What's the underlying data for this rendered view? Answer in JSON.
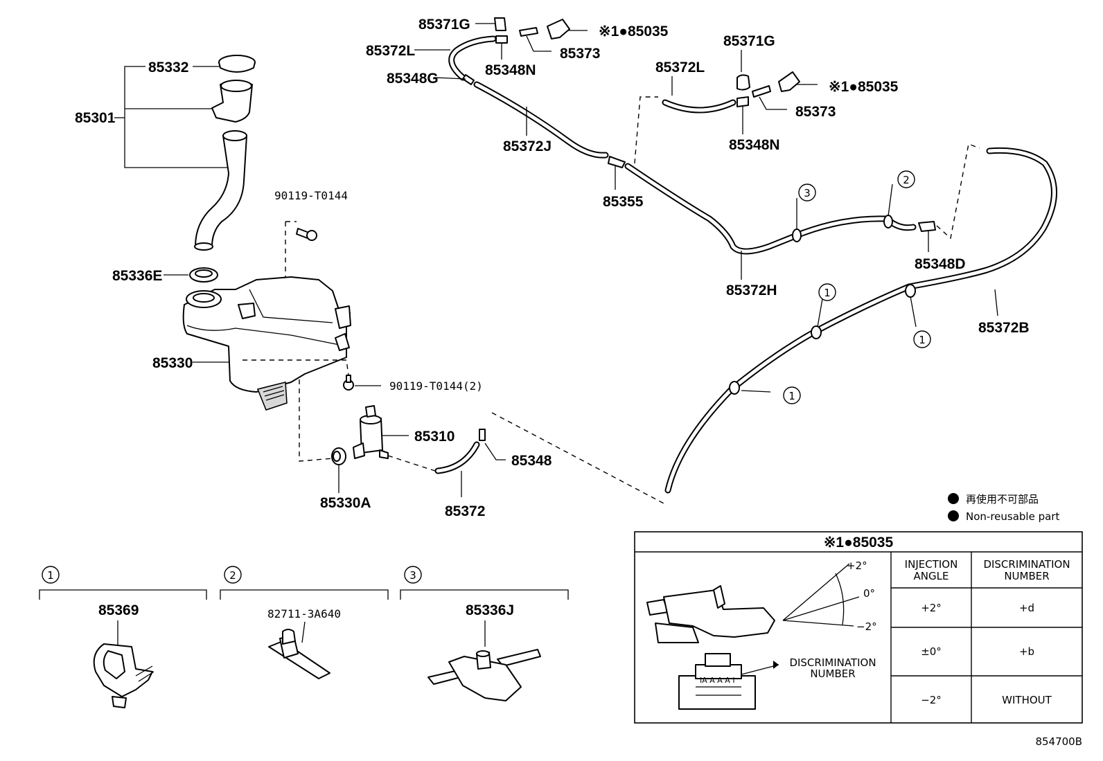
{
  "diagram_code": "854700B",
  "legend": {
    "jp": "再使用不可部品",
    "en": "Non-reusable part"
  },
  "parts": {
    "p85332": "85332",
    "p85301": "85301",
    "p85336E": "85336E",
    "p85330": "85330",
    "p90119a": "90119-T0144",
    "p90119b": "90119-T0144(2)",
    "p85310": "85310",
    "p85330A": "85330A",
    "p85348": "85348",
    "p85372": "85372",
    "p85371G_a": "85371G",
    "p85372L_a": "85372L",
    "p85348G": "85348G",
    "p85348N_a": "85348N",
    "p85373_a": "85373",
    "p85035_a": "※1●85035",
    "p85372J": "85372J",
    "p85355": "85355",
    "p85372L_b": "85372L",
    "p85371G_b": "85371G",
    "p85348N_b": "85348N",
    "p85373_b": "85373",
    "p85035_b": "※1●85035",
    "p85372H": "85372H",
    "p85348D": "85348D",
    "p85372B": "85372B"
  },
  "callouts": {
    "c1": "1",
    "c2": "2",
    "c3": "3"
  },
  "clip_boxes": [
    {
      "num": "1",
      "part": "85369"
    },
    {
      "num": "2",
      "part": "82711-3A640"
    },
    {
      "num": "3",
      "part": "85336J"
    }
  ],
  "detail_table": {
    "title": "※1●85035",
    "angles": {
      "plus2": "+2°",
      "zero": "0°",
      "minus2": "−2°"
    },
    "disc_label_1": "DISCRIMINATION",
    "disc_label_2": "NUMBER",
    "headers": {
      "col1_l1": "INJECTION",
      "col1_l2": "ANGLE",
      "col2_l1": "DISCRIMINATION",
      "col2_l2": "NUMBER"
    },
    "rows": [
      {
        "angle": "+2°",
        "number": "+d"
      },
      {
        "angle": "±0°",
        "number": "+b"
      },
      {
        "angle": "−2°",
        "number": "WITHOUT"
      }
    ]
  }
}
